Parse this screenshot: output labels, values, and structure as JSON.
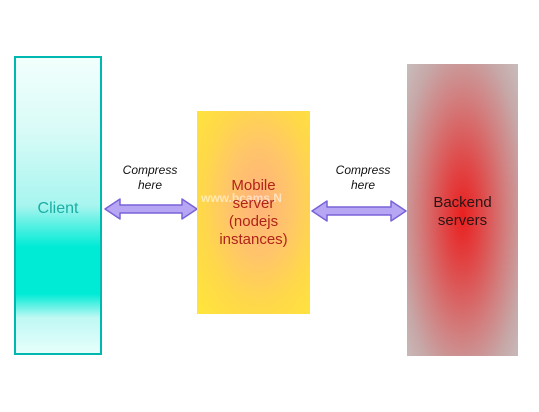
{
  "nodes": {
    "client": {
      "label": "Client"
    },
    "mobile_server": {
      "label": "Mobile\nserver\n(nodejs\ninstances)"
    },
    "backend": {
      "label": "Backend\nservers"
    }
  },
  "edges": {
    "left": {
      "label": "Compress\nhere"
    },
    "right": {
      "label": "Compress\nhere"
    }
  },
  "watermark": {
    "text": "www.bcams.N"
  },
  "colors": {
    "client_border": "#00b8b0",
    "client_text": "#1aaea4",
    "mobile_text": "#b0231a",
    "backend_core": "#ea1f1f",
    "arrow_fill": "#b7a6f4",
    "arrow_stroke": "#7a63d8"
  }
}
